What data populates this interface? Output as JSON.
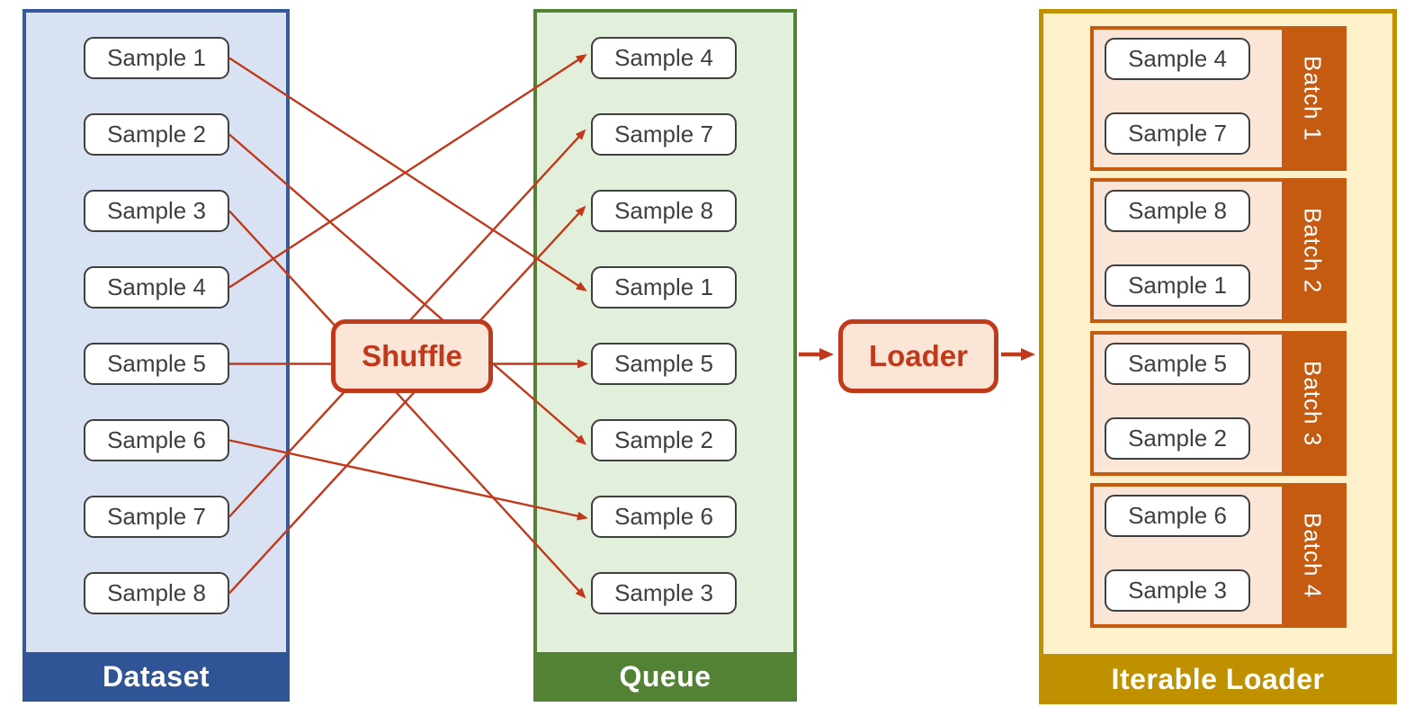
{
  "diagram": {
    "columns": {
      "dataset": {
        "label": "Dataset",
        "samples": [
          "Sample 1",
          "Sample 2",
          "Sample 3",
          "Sample 4",
          "Sample 5",
          "Sample 6",
          "Sample 7",
          "Sample 8"
        ]
      },
      "queue": {
        "label": "Queue",
        "samples": [
          "Sample 4",
          "Sample 7",
          "Sample 8",
          "Sample 1",
          "Sample 5",
          "Sample 2",
          "Sample 6",
          "Sample 3"
        ]
      },
      "iterable_loader": {
        "label": "Iterable Loader",
        "batches": [
          {
            "label": "Batch 1",
            "samples": [
              "Sample 4",
              "Sample 7"
            ]
          },
          {
            "label": "Batch 2",
            "samples": [
              "Sample 8",
              "Sample 1"
            ]
          },
          {
            "label": "Batch 3",
            "samples": [
              "Sample 5",
              "Sample 2"
            ]
          },
          {
            "label": "Batch 4",
            "samples": [
              "Sample 6",
              "Sample 3"
            ]
          }
        ]
      }
    },
    "nodes": {
      "shuffle": {
        "label": "Shuffle"
      },
      "loader": {
        "label": "Loader"
      }
    },
    "connections": {
      "shuffle_map": [
        3,
        5,
        7,
        0,
        4,
        6,
        1,
        2
      ]
    },
    "colors": {
      "dataset_bg": "#D9E2F3",
      "dataset_border": "#36599A",
      "dataset_footer": "#2F5597",
      "queue_bg": "#E2EFDA",
      "queue_border": "#548235",
      "iterable_bg": "#FDF1CC",
      "iterable_border": "#BF9000",
      "batch_bar": "#C55A11",
      "batch_bg": "#FBE5D6",
      "node_bg": "#FBE5D6",
      "node_border": "#C0391B",
      "arrow": "#C0391B",
      "sample_border": "#3F3F3F",
      "sample_text": "#3F3F3F"
    }
  }
}
